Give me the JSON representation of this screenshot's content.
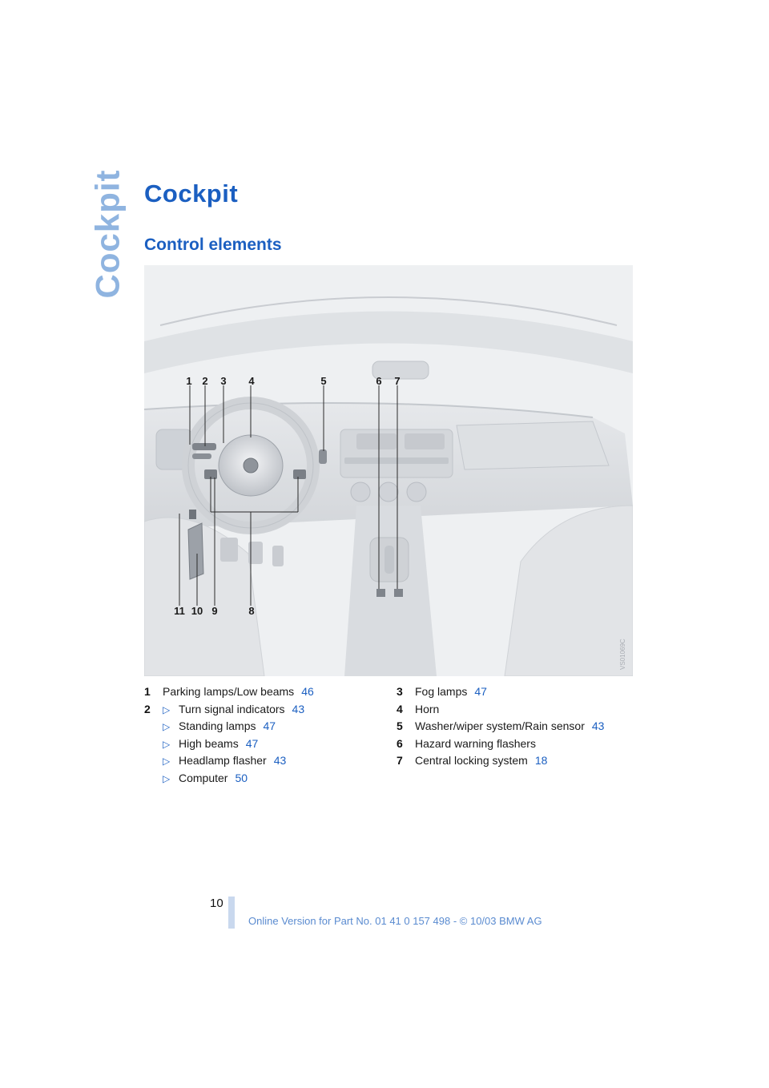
{
  "side_tab": "Cockpit",
  "page_title": "Cockpit",
  "section_title": "Control elements",
  "figure": {
    "callouts_top": [
      "1",
      "2",
      "3",
      "4",
      "5",
      "6",
      "7"
    ],
    "callouts_bottom": [
      "11",
      "10",
      "9",
      "8"
    ],
    "watermark_code": "VS01069C"
  },
  "left_list": {
    "item1": {
      "num": "1",
      "label": "Parking lamps/Low beams",
      "ref": "46"
    },
    "item2": {
      "num": "2",
      "subitems": [
        {
          "label": "Turn signal indicators",
          "ref": "43"
        },
        {
          "label": "Standing lamps",
          "ref": "47"
        },
        {
          "label": "High beams",
          "ref": "47"
        },
        {
          "label": "Headlamp flasher",
          "ref": "43"
        },
        {
          "label": "Computer",
          "ref": "50"
        }
      ]
    }
  },
  "right_list": [
    {
      "num": "3",
      "label": "Fog lamps",
      "ref": "47"
    },
    {
      "num": "4",
      "label": "Horn",
      "ref": ""
    },
    {
      "num": "5",
      "label": "Washer/wiper system/Rain sensor",
      "ref": "43"
    },
    {
      "num": "6",
      "label": "Hazard warning flashers",
      "ref": ""
    },
    {
      "num": "7",
      "label": "Central locking system",
      "ref": "18"
    }
  ],
  "bullet_glyph": "▷",
  "page_number": "10",
  "footer": "Online Version for Part No. 01 41 0 157 498 - © 10/03 BMW AG"
}
